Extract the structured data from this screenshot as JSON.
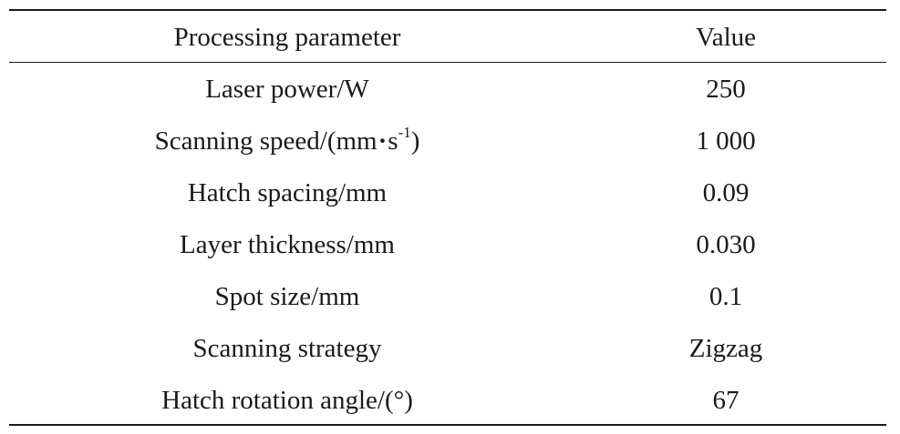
{
  "table": {
    "header": {
      "parameter": "Processing parameter",
      "value": "Value"
    },
    "rows": [
      {
        "parameter": "Laser power/W",
        "value": "250"
      },
      {
        "parameter": "Scanning speed/(mm·s-1)",
        "param_main": "Scanning speed/(mm",
        "param_dot": "·",
        "param_unit": "s",
        "param_exp": "-1",
        "param_close": ")",
        "value": "1 000"
      },
      {
        "parameter": "Hatch spacing/mm",
        "value": "0.09"
      },
      {
        "parameter": "Layer thickness/mm",
        "value": "0.030"
      },
      {
        "parameter": "Spot size/mm",
        "value": "0.1"
      },
      {
        "parameter": "Scanning strategy",
        "value": "Zigzag"
      },
      {
        "parameter": "Hatch rotation angle/(°)",
        "value": "67"
      }
    ]
  }
}
